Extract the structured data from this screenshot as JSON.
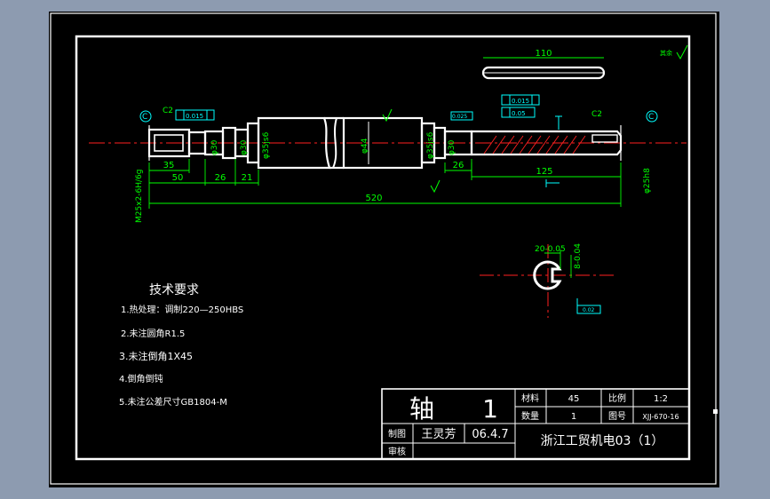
{
  "colors": {
    "background": "#8d9bb0",
    "viewport": "#000000",
    "line": "#ffffff",
    "dim": "#00ff00",
    "center": "#ff2020",
    "annotation": "#00ffff",
    "text": "#ffffff"
  },
  "shaft": {
    "dims": {
      "d35": "35",
      "d50": "50",
      "d26a": "26",
      "d21": "21",
      "d520": "520",
      "d26b": "26",
      "d125": "125",
      "d110": "110"
    },
    "diameters": {
      "phi30a": "φ30",
      "phi30b": "φ30",
      "phi35a": "φ35js6",
      "phi44": "φ44",
      "phi35b": "φ35js6",
      "phi30c": "φ30",
      "phi25": "φ25h8"
    },
    "thread": "M25x2-6H/6g",
    "chamfer_left": "C2",
    "chamfer_right": "C2",
    "roughness_other": "其余",
    "datum_letter": "C",
    "tol_left": "0.015",
    "tol_mid_a": "0.015",
    "tol_mid_b": "0.05",
    "tol_mid_c": "0.025"
  },
  "section": {
    "width_dim": "20-0.05",
    "depth_dim": "8-0.04",
    "tol_box": "0.02"
  },
  "tech_notes": {
    "heading": "技术要求",
    "items": [
      "1.热处理：调制220—250HBS",
      "2.未注圆角R1.5",
      "3.未注倒角1X45",
      "4.倒角倒钝",
      "5.未注公差尺寸GB1804-M"
    ]
  },
  "title_block": {
    "part_name": "轴",
    "part_count": "1",
    "material_label": "材料",
    "material_value": "45",
    "scale_label": "比例",
    "scale_value": "1:2",
    "quantity_label": "数量",
    "quantity_value": "1",
    "drawing_no_label": "图号",
    "drawing_no_value": "XJJ-670-16",
    "drawn_label": "制图",
    "drawn_name": "王灵芳",
    "drawn_date": "06.4.7",
    "check_label": "审核",
    "company": "浙江工贸机电03（1）"
  }
}
